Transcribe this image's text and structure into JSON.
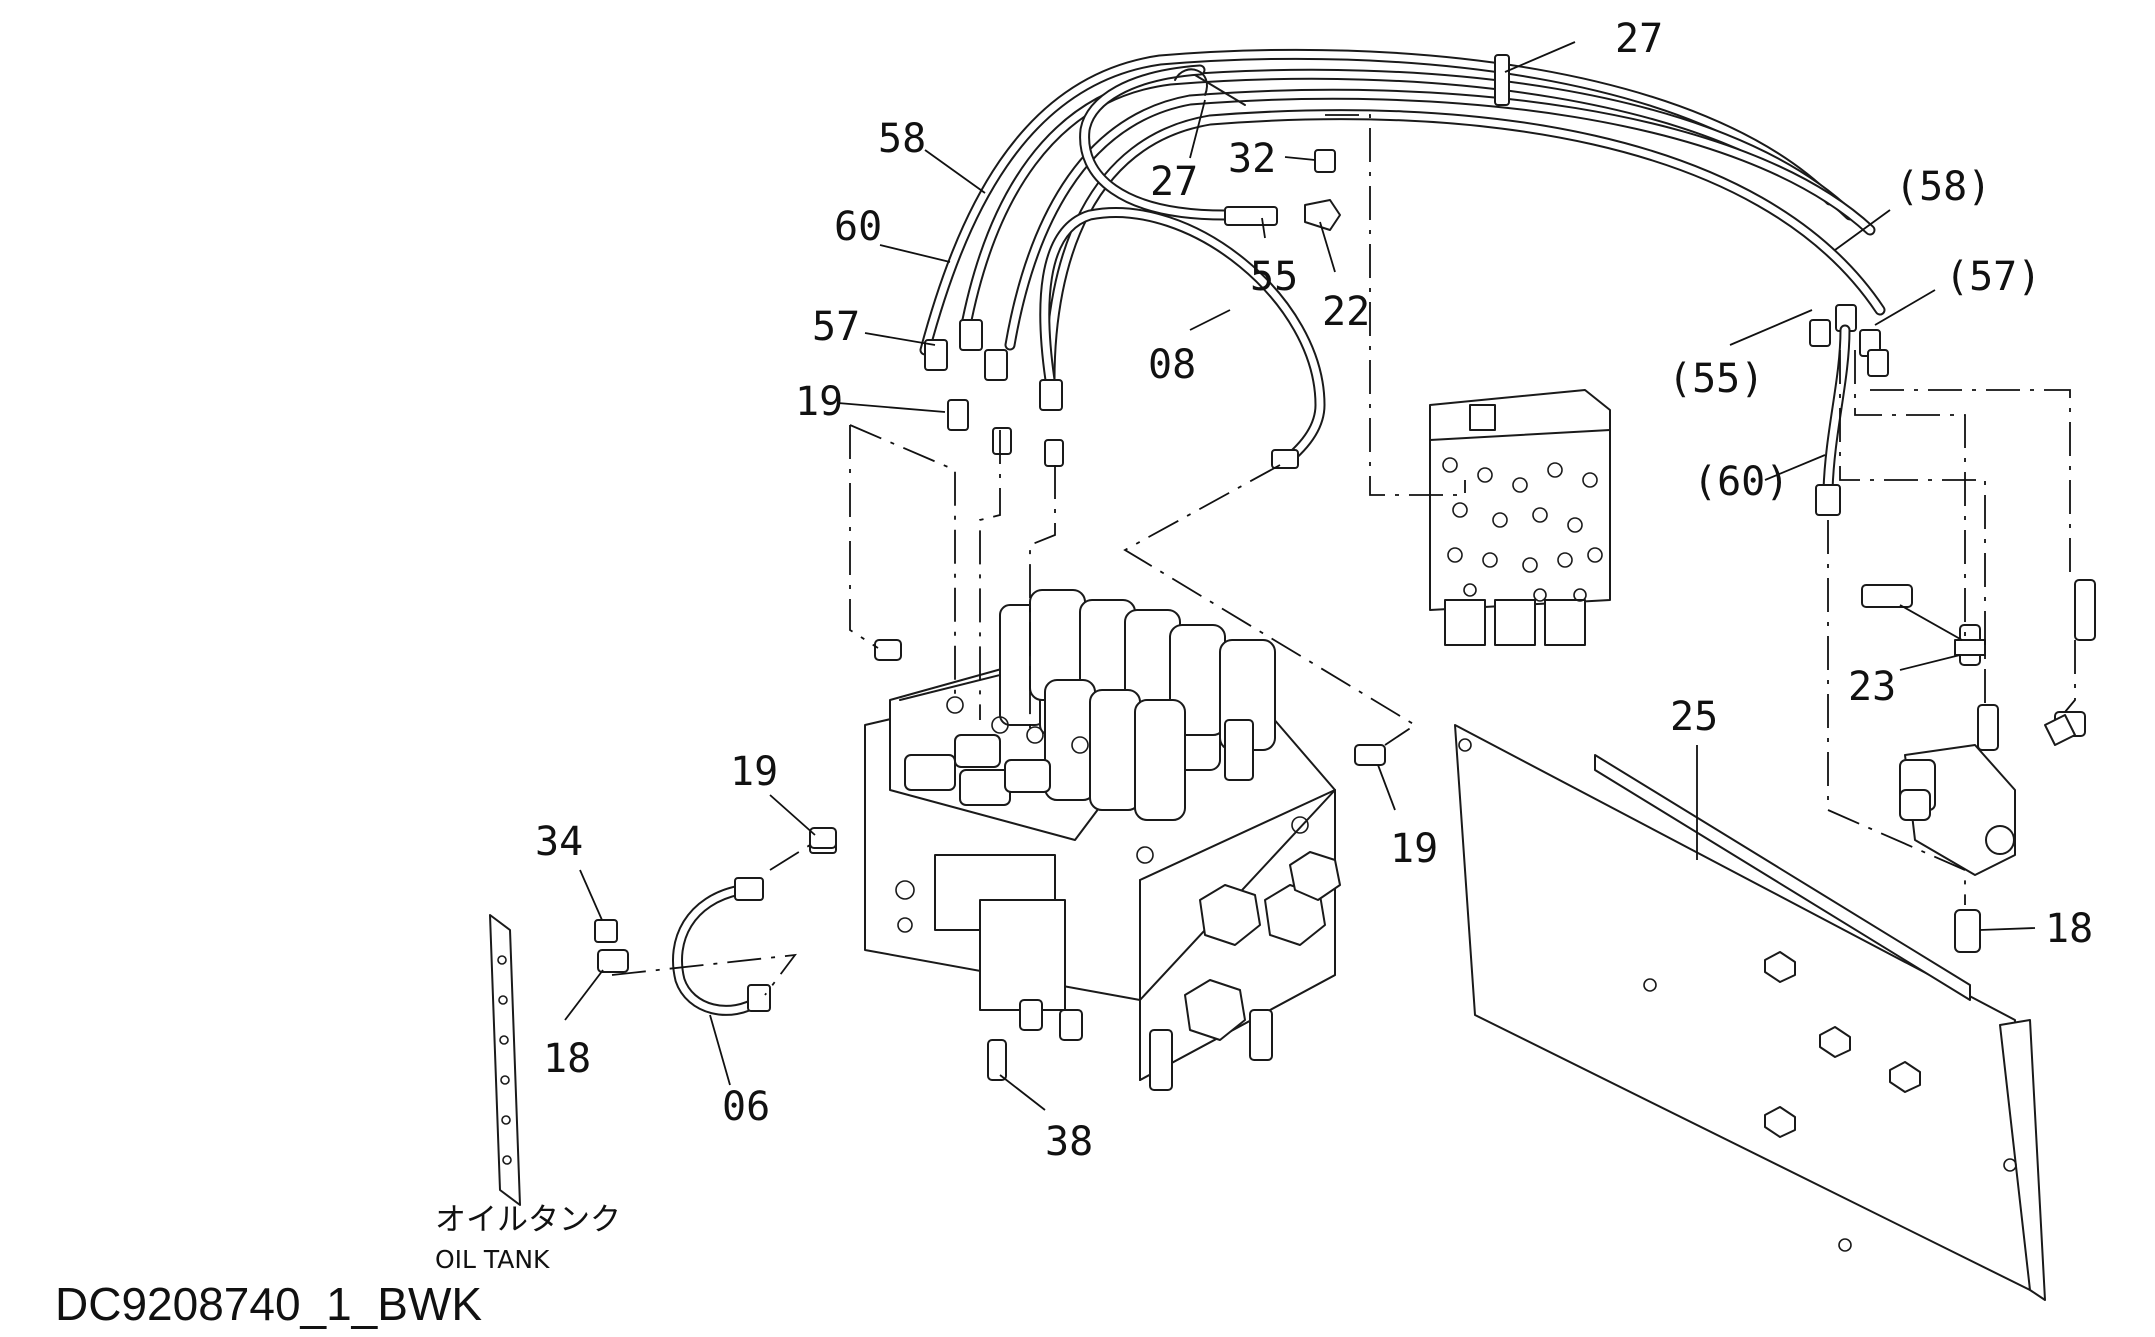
{
  "drawing_code": "DC9208740_1_BWK",
  "oil_tank_note": {
    "jp": "オイルタンク",
    "en": "OIL TANK"
  },
  "callouts": {
    "c27a": "27",
    "c27b": "27",
    "c58": "58",
    "c60": "60",
    "c57": "57",
    "c19a": "19",
    "c32": "32",
    "c55": "55",
    "c22": "22",
    "c08": "08",
    "c58p": "(58)",
    "c57p": "(57)",
    "c55p": "(55)",
    "c60p": "(60)",
    "c23": "23",
    "c25": "25",
    "c19b": "19",
    "c19c": "19",
    "c34": "34",
    "c18a": "18",
    "c06": "06",
    "c38": "38",
    "c18b": "18"
  },
  "colors": {
    "line": "#1a1a1a",
    "background": "#ffffff"
  }
}
